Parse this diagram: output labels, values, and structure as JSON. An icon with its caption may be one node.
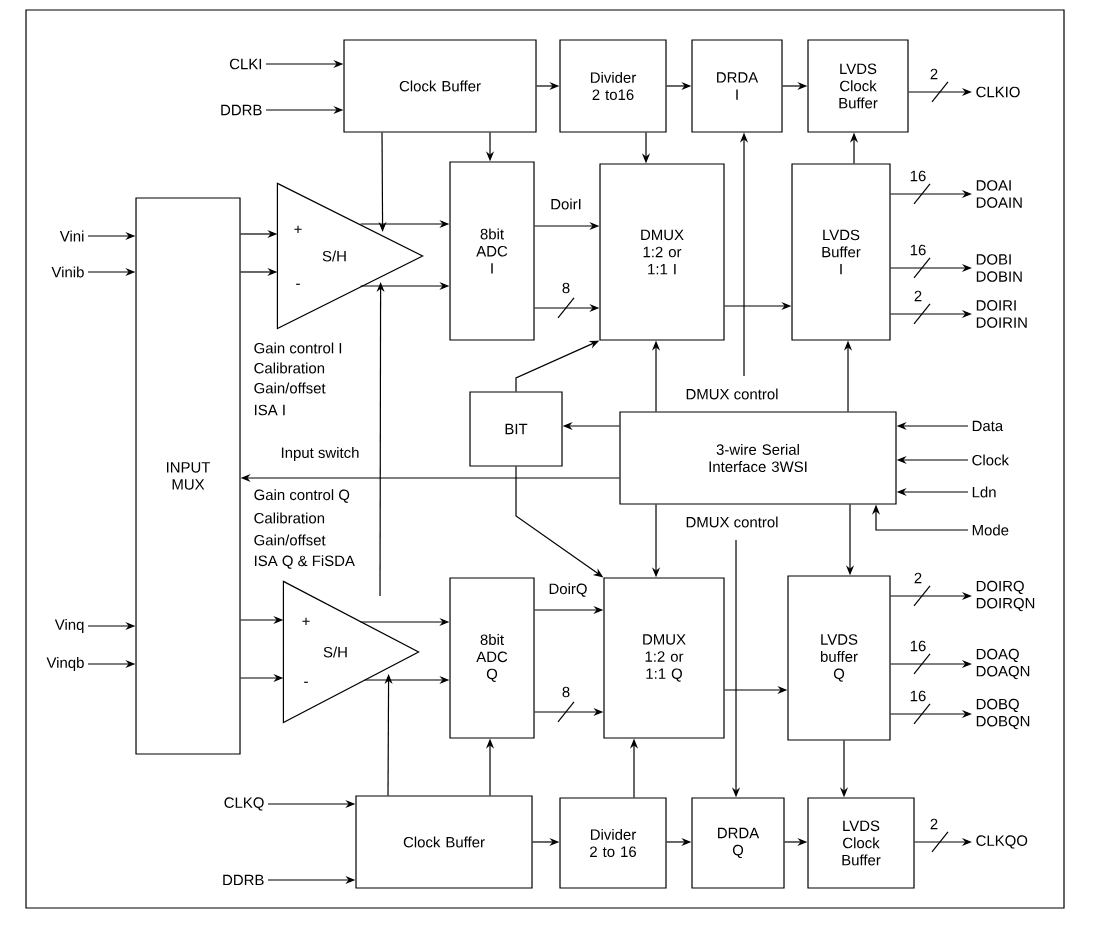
{
  "diagram": {
    "nodes": [
      {
        "text": [
          "CLKI"
        ]
      },
      {
        "text": [
          "DDRB"
        ]
      },
      {
        "text": [
          "Clock Buffer"
        ]
      },
      {
        "text": [
          "Divider 2 to16"
        ]
      },
      {
        "text": [
          "DRDA I"
        ]
      },
      {
        "text": [
          "LVDS Clock Buffer"
        ]
      },
      {
        "text": [
          "CLKIO"
        ]
      },
      {
        "text": [
          "Vini"
        ]
      },
      {
        "text": [
          "Vinib"
        ]
      },
      {
        "text": [
          "INPUT MUX"
        ]
      },
      {
        "text": [
          "+",
          "S/H",
          "-"
        ]
      },
      {
        "text": [
          "8bit ADC I"
        ]
      },
      {
        "text": [
          "DMUX 1:2 or 1:1 I"
        ]
      },
      {
        "text": [
          "LVDS Buffer I"
        ]
      },
      {
        "text": [
          "DOAI DOAIN"
        ]
      },
      {
        "text": [
          "DOBI DOBIN"
        ]
      },
      {
        "text": [
          "DOIRI DOIRIN"
        ]
      },
      {
        "text": [
          "BIT"
        ]
      },
      {
        "text": [
          "3-wire Serial Interface 3WSI"
        ]
      },
      {
        "text": [
          "Data"
        ]
      },
      {
        "text": [
          "Clock"
        ]
      },
      {
        "text": [
          "Ldn"
        ]
      },
      {
        "text": [
          "Mode"
        ]
      },
      {
        "text": [
          "Vinq"
        ]
      },
      {
        "text": [
          "Vinqb"
        ]
      },
      {
        "text": [
          "+",
          "S/H",
          "-"
        ]
      },
      {
        "text": [
          "8bit ADC Q"
        ]
      },
      {
        "text": [
          "DMUX 1:2 or 1:1 Q"
        ]
      },
      {
        "text": [
          "LVDS buffer Q"
        ]
      },
      {
        "text": [
          "DOIRQ DOIRQN"
        ]
      },
      {
        "text": [
          "DOAQ DOAQN"
        ]
      },
      {
        "text": [
          "DOBQ DOBQN"
        ]
      },
      {
        "text": [
          "CLKQ"
        ]
      },
      {
        "text": [
          "DDRB"
        ]
      },
      {
        "text": [
          "Clock Buffer"
        ]
      },
      {
        "text": [
          "Divider 2 to 16"
        ]
      },
      {
        "text": [
          "DRDA Q"
        ]
      },
      {
        "text": [
          "LVDS Clock Buffer"
        ]
      },
      {
        "text": [
          "CLKQO"
        ]
      }
    ],
    "edges": [
      {
        "from": 0,
        "to": 2,
        "arrow": "to"
      },
      {
        "from": 1,
        "to": 2,
        "arrow": "to"
      },
      {
        "from": 2,
        "to": 3,
        "arrow": "to"
      },
      {
        "from": 3,
        "to": 4,
        "arrow": "to"
      },
      {
        "from": 4,
        "to": 5,
        "arrow": "to"
      },
      {
        "from": 5,
        "to": 6,
        "arrow": "to",
        "label": "2"
      },
      {
        "from": 2,
        "to": 11,
        "arrow": "to"
      },
      {
        "from": 2,
        "to": 10,
        "arrow": "to"
      },
      {
        "from": 3,
        "to": 12,
        "arrow": "to"
      },
      {
        "from": 13,
        "to": 5,
        "arrow": "to"
      },
      {
        "from": 7,
        "to": 9,
        "arrow": "to"
      },
      {
        "from": 8,
        "to": 9,
        "arrow": "to"
      },
      {
        "from": 9,
        "to": 10,
        "arrow": "to"
      },
      {
        "from": 9,
        "to": 10,
        "arrow": "to"
      },
      {
        "from": 10,
        "to": 11,
        "arrow": "to"
      },
      {
        "from": 10,
        "to": 11,
        "arrow": "to"
      },
      {
        "from": 11,
        "to": 12,
        "arrow": "to",
        "label": "DoirI"
      },
      {
        "from": 11,
        "to": 12,
        "arrow": "to",
        "label": "8"
      },
      {
        "from": 12,
        "to": 13,
        "arrow": "to"
      },
      {
        "from": 13,
        "to": 14,
        "arrow": "to",
        "label": "16"
      },
      {
        "from": 13,
        "to": 15,
        "arrow": "to",
        "label": "16"
      },
      {
        "from": 13,
        "to": 16,
        "arrow": "to",
        "label": "2"
      },
      {
        "from": null,
        "to": 4,
        "arrow": "to"
      },
      {
        "from": 18,
        "to": 12,
        "arrow": "to",
        "label": "DMUX control"
      },
      {
        "from": 18,
        "to": 13,
        "arrow": "to"
      },
      {
        "from": 17,
        "to": 12,
        "arrow": "to"
      },
      {
        "from": 18,
        "to": 17,
        "arrow": "to"
      },
      {
        "from": 18,
        "to": 9,
        "arrow": "to",
        "label": "Input switch"
      },
      {
        "from": null,
        "to": 10,
        "arrow": "to"
      },
      {
        "from": 19,
        "to": 18,
        "arrow": "to"
      },
      {
        "from": 20,
        "to": 18,
        "arrow": "to"
      },
      {
        "from": 21,
        "to": 18,
        "arrow": "to"
      },
      {
        "from": 22,
        "to": 18,
        "arrow": "to"
      },
      {
        "from": 18,
        "to": 27,
        "arrow": "to",
        "label": "DMUX control"
      },
      {
        "from": null,
        "to": 36,
        "arrow": "to"
      },
      {
        "from": 17,
        "to": 27,
        "arrow": "to"
      },
      {
        "from": 23,
        "to": 9,
        "arrow": "to"
      },
      {
        "from": 24,
        "to": 9,
        "arrow": "to"
      },
      {
        "from": 9,
        "to": 25,
        "arrow": "to"
      },
      {
        "from": 9,
        "to": 25,
        "arrow": "to"
      },
      {
        "from": 25,
        "to": 26,
        "arrow": "to"
      },
      {
        "from": 25,
        "to": 26,
        "arrow": "to"
      },
      {
        "from": 26,
        "to": 27,
        "arrow": "to",
        "label": "DoirQ"
      },
      {
        "from": 26,
        "to": 27,
        "arrow": "to",
        "label": "8"
      },
      {
        "from": 27,
        "to": 28,
        "arrow": "to"
      },
      {
        "from": 28,
        "to": 29,
        "arrow": "to",
        "label": "2"
      },
      {
        "from": 28,
        "to": 30,
        "arrow": "to",
        "label": "16"
      },
      {
        "from": 28,
        "to": 31,
        "arrow": "to",
        "label": "16"
      },
      {
        "from": 28,
        "to": 37,
        "arrow": "to"
      },
      {
        "from": 18,
        "to": 28,
        "arrow": "to"
      },
      {
        "from": 32,
        "to": 34,
        "arrow": "to"
      },
      {
        "from": 33,
        "to": 34,
        "arrow": "to"
      },
      {
        "from": 34,
        "to": 35,
        "arrow": "to"
      },
      {
        "from": 35,
        "to": 36,
        "arrow": "to"
      },
      {
        "from": 36,
        "to": 37,
        "arrow": "to"
      },
      {
        "from": 37,
        "to": 38,
        "arrow": "to",
        "label": "2"
      },
      {
        "from": 34,
        "to": 26,
        "arrow": "to"
      },
      {
        "from": 34,
        "to": 25,
        "arrow": "to"
      },
      {
        "from": 35,
        "to": 27,
        "arrow": "to"
      }
    ],
    "labels": [
      "Gain control I",
      "Calibration",
      "Gain/offset",
      "ISA I",
      "Gain control Q",
      "Calibration",
      "Gain/offset",
      "ISA Q & FiSDA"
    ]
  }
}
